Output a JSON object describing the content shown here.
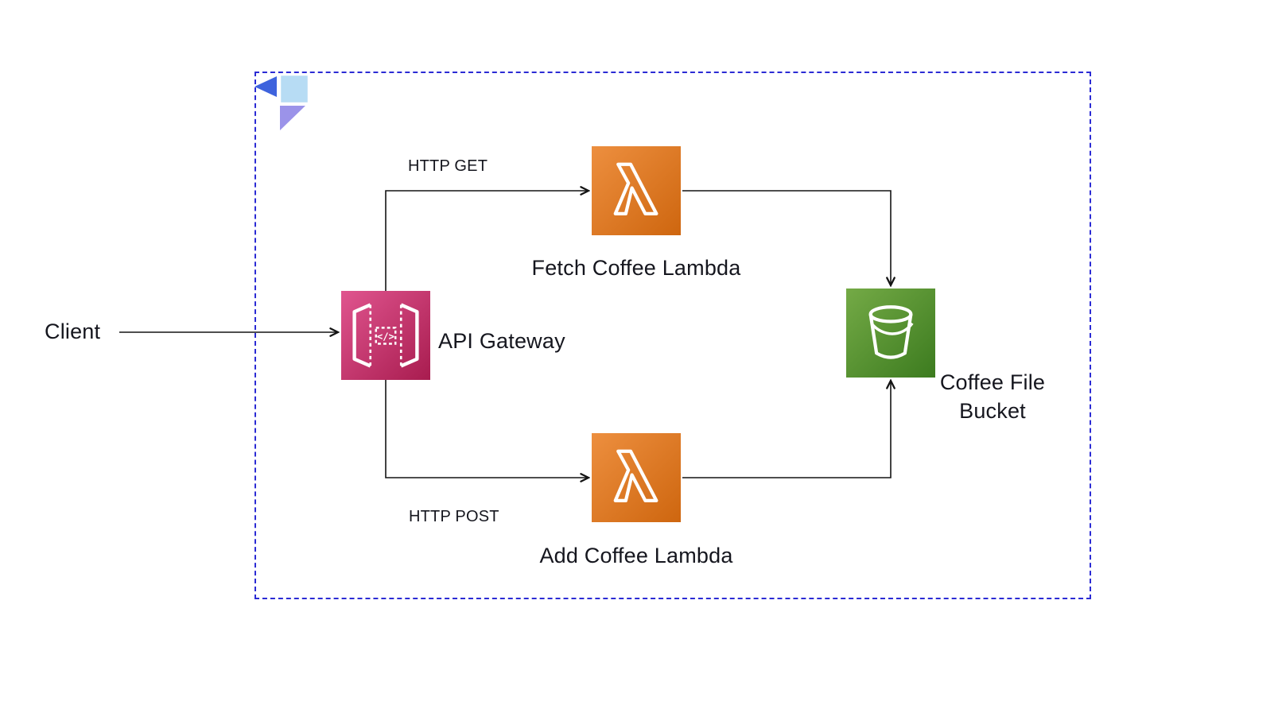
{
  "diagram": {
    "boundary_color": "#2B2BD4",
    "text_color": "#15161E",
    "line_color": "#141414",
    "nodes": {
      "client": {
        "label": "Client"
      },
      "api_gateway": {
        "label": "API Gateway",
        "glyph": "</>",
        "icon": "api-gateway-icon",
        "gradient": [
          "#E0558F",
          "#A81C4F"
        ]
      },
      "fetch_lambda": {
        "label": "Fetch Coffee Lambda",
        "icon": "lambda-icon",
        "gradient": [
          "#ED8F3F",
          "#CE660F"
        ]
      },
      "add_lambda": {
        "label": "Add Coffee Lambda",
        "icon": "lambda-icon",
        "gradient": [
          "#ED8F3F",
          "#CE660F"
        ]
      },
      "coffee_bucket": {
        "label": "Coffee File Bucket",
        "icon": "s3-bucket-icon",
        "gradient": [
          "#74AA46",
          "#3C7B1F"
        ]
      }
    },
    "edges": {
      "get": {
        "label": "HTTP GET"
      },
      "post": {
        "label": "HTTP POST"
      }
    },
    "logo_colors": {
      "blue": "#3E63DD",
      "light_blue": "#B7DCF4",
      "lavender": "#9B93E9"
    }
  }
}
